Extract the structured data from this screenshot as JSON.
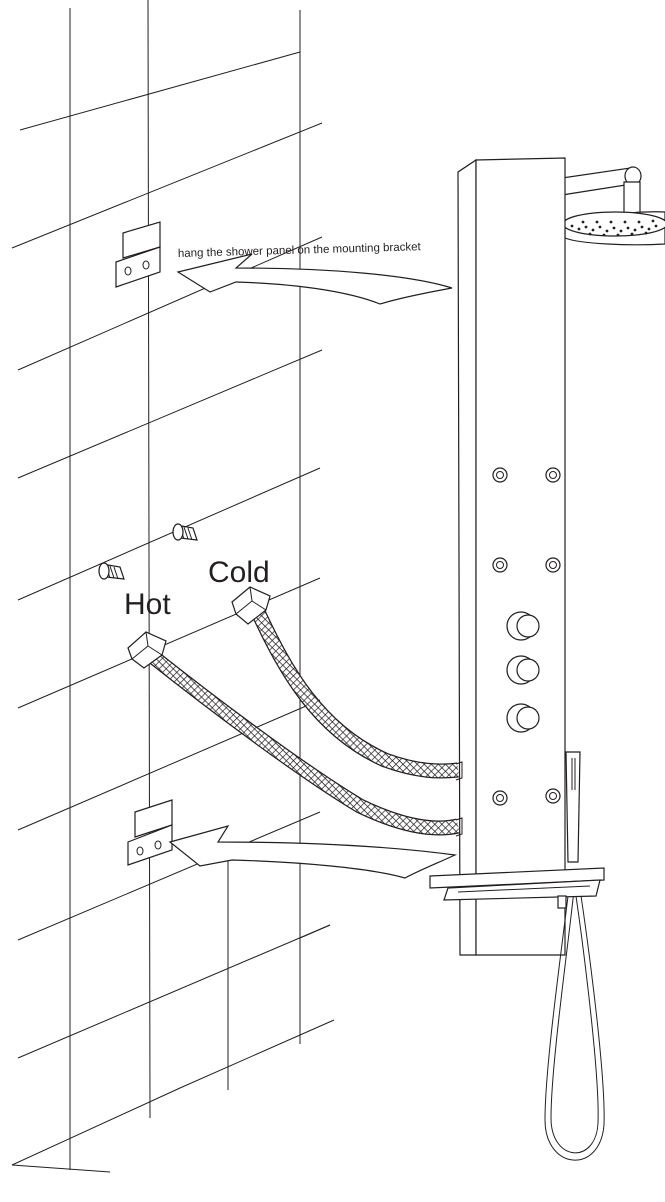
{
  "diagram": {
    "instruction_text": "hang the shower panel on the mounting bracket",
    "label_hot": "Hot",
    "label_cold": "Cold",
    "colors": {
      "line": "#231f20",
      "background": "#ffffff"
    },
    "icons": {
      "bracket": "mounting-bracket-icon",
      "fitting": "threaded-fitting-icon",
      "hose": "braided-hose-icon",
      "panel": "shower-panel-icon",
      "rain_head": "rain-shower-head-icon",
      "body_jet": "body-jet-icon",
      "knob": "control-knob-icon",
      "hand_shower": "hand-shower-icon"
    }
  }
}
